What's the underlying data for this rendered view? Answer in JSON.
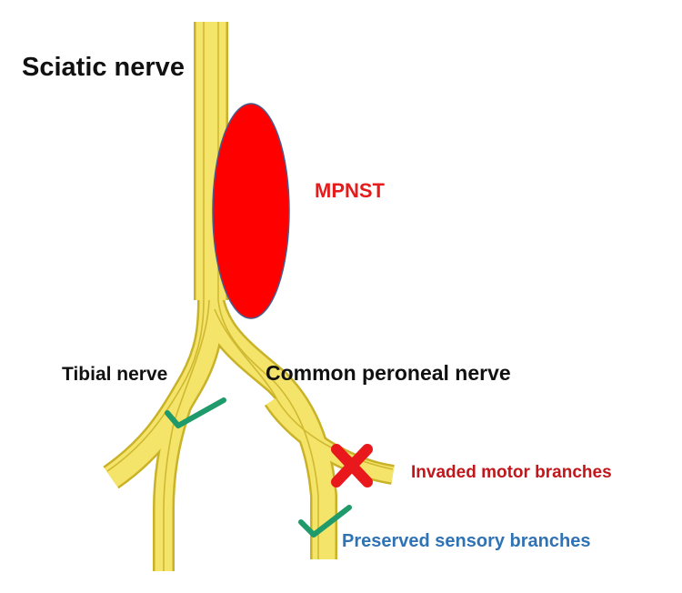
{
  "labels": {
    "sciatic": "Sciatic nerve",
    "tumor": "MPNST",
    "tibial": "Tibial nerve",
    "peroneal": "Common peroneal nerve",
    "invaded": "Invaded motor branches",
    "preserved": "Preserved sensory branches"
  },
  "colors": {
    "nerve_fill": "#f5e46a",
    "nerve_edge": "#c9b227",
    "tumor_fill": "#ff0000",
    "tumor_edge": "#4a5a8c",
    "tumor_label": "#e51c1c",
    "invaded_label": "#c0161c",
    "preserved_label": "#2f73b5",
    "check": "#1f9a6a",
    "cross": "#e8181c"
  },
  "icons": {
    "check": "check-icon",
    "cross": "cross-icon"
  }
}
